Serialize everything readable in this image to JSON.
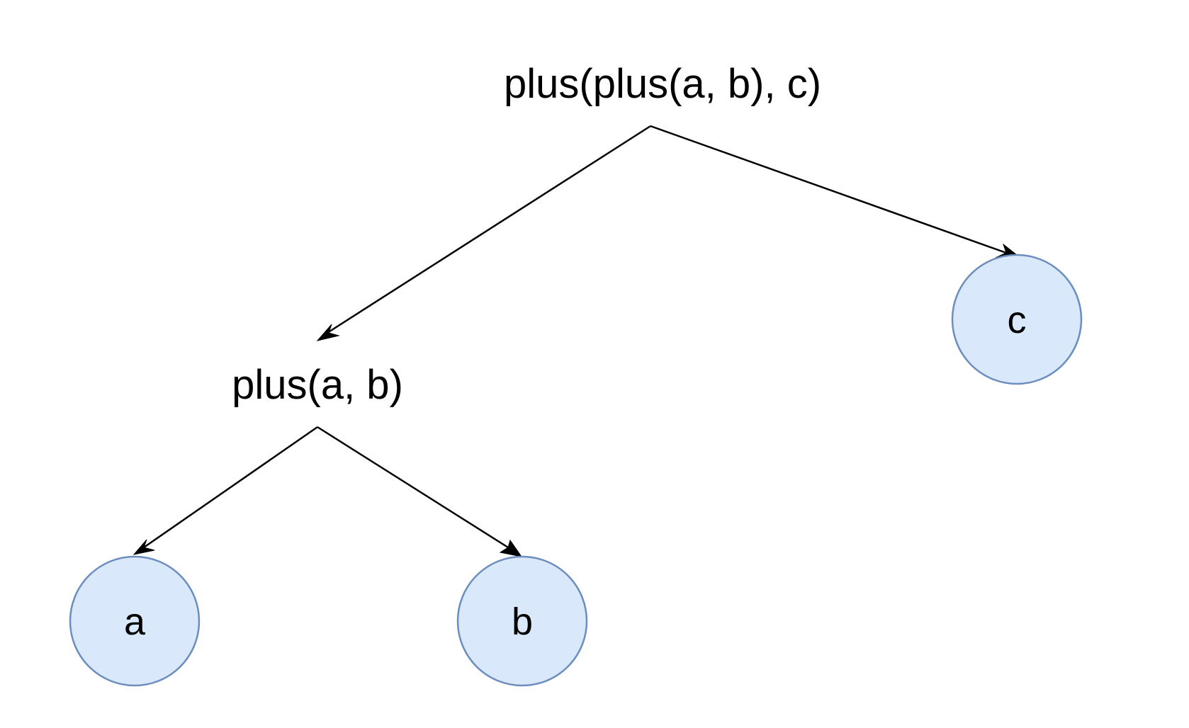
{
  "diagram": {
    "colors": {
      "node_fill": "#dae8fc",
      "node_stroke": "#6c8ebf",
      "edge": "#000000",
      "text": "#000000",
      "background": "#ffffff"
    },
    "nodes": {
      "root": {
        "label": "plus(plus(a, b), c)",
        "kind": "expression"
      },
      "inner": {
        "label": "plus(a, b)",
        "kind": "expression"
      },
      "a": {
        "label": "a",
        "kind": "leaf"
      },
      "b": {
        "label": "b",
        "kind": "leaf"
      },
      "c": {
        "label": "c",
        "kind": "leaf"
      }
    },
    "edges": [
      {
        "from": "root",
        "to": "inner"
      },
      {
        "from": "root",
        "to": "c"
      },
      {
        "from": "inner",
        "to": "a"
      },
      {
        "from": "inner",
        "to": "b"
      }
    ]
  }
}
